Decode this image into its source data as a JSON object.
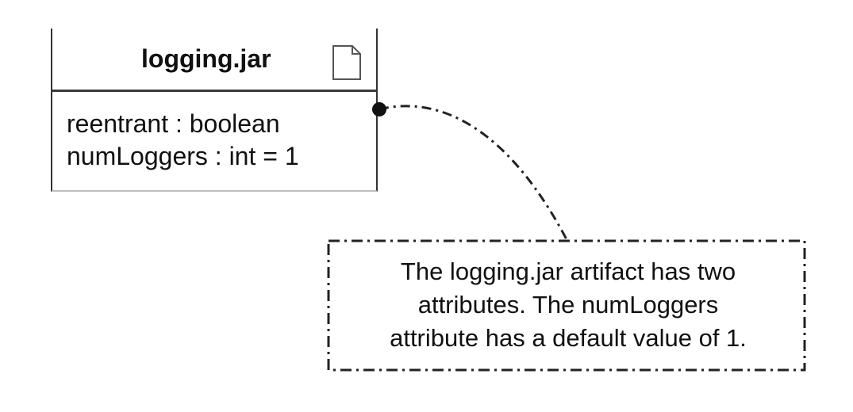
{
  "artifact": {
    "name": "logging.jar",
    "icon": "document-icon",
    "attributes": [
      "reentrant : boolean",
      "numLoggers : int = 1"
    ]
  },
  "note": {
    "lines": [
      "The logging.jar artifact has two",
      "attributes.  The numLoggers",
      "attribute has a default value of 1."
    ]
  },
  "colors": {
    "line": "#222222",
    "background": "#ffffff"
  }
}
